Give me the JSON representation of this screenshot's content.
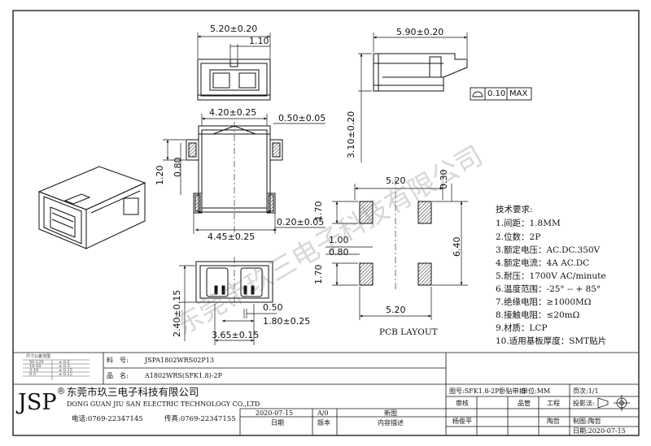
{
  "watermark": "东莞市玖三电子科技有限公司",
  "dimensions": {
    "top_width": "5.20±0.20",
    "top_notch": "1.10",
    "side_width": "5.90±0.20",
    "side_height": "3.10±0.20",
    "flatness": "0.10",
    "flatness_max": "MAX",
    "plan_inner": "4.20±0.25",
    "plan_pin": "0.50±0.05",
    "plan_pitch": "1.20",
    "plan_gap": "0.80",
    "plan_pad": "0.20±0.05",
    "plan_width": "4.45±0.25",
    "bottom_height": "2.40±0.15",
    "bottom_slot": "0.50",
    "bottom_pitch": "1.80±0.25",
    "bottom_width": "3.65±0.15"
  },
  "pcb": {
    "top_width": "5.20",
    "top_offset": "0.30",
    "pad_h1": "1.70",
    "pad_w": "1.00",
    "pad_gap": "0.80",
    "pad_h2": "1.70",
    "height": "6.40",
    "bottom_width": "5.20",
    "caption": "PCB LAYOUT"
  },
  "specs": {
    "title": "技术要求:",
    "items": [
      "1.间距：1.8MM",
      "2.位数：2P",
      "3.额定电压：AC.DC.350V",
      "4.额定电流：4A AC.DC",
      "5.耐压：1700V AC/minute",
      "6.温度范围：-25° -- + 85°",
      "7.绝缘电阻：≥1000MΩ",
      "8.接触电阻：≤20mΩ",
      "9.材质：LCP",
      "10.适用基板厚度：SMT贴片"
    ]
  },
  "tolerance": {
    "title": "尺寸公差范围",
    "rows": [
      [
        "50-120",
        "± 0.5"
      ],
      [
        "18-50",
        "± 0.3"
      ],
      [
        "3-18",
        "± 0.15"
      ],
      [
        "0-3",
        "± 0.12"
      ]
    ]
  },
  "titleblock": {
    "part_no_label": "料　号:",
    "part_no": "JSPA1802WRS02P13",
    "name_label": "品　名:",
    "name": "A1802WRS(SFK1.8)-2P",
    "logo": "JSP",
    "logo_mark": "®",
    "company_cn": "东莞市玖三电子科技有限公司",
    "company_en": "DONG GUAN JIU SAN ELECTRIC TECHNOLOGY CO.,LTD",
    "phone": "电话:0769-22347145",
    "fax": "传真:0769-22347155",
    "drawing_no": "图号:SFK1.8-2P卧贴带扣",
    "unit": "单位:MM",
    "page": "页次:1/1",
    "projection": "投影法:",
    "rev_date": "2020-07-15",
    "rev": "A/0",
    "rev_desc": "新图",
    "col_date": "日期",
    "col_rev": "版本",
    "col_desc": "内容描述",
    "audit": "审核",
    "approve": "品管",
    "engineer": "工程",
    "auditor": "杨俊平",
    "engineer_name": "陶哲",
    "drawer": "制图:陶哲",
    "date": "日期:2020-07-15"
  }
}
